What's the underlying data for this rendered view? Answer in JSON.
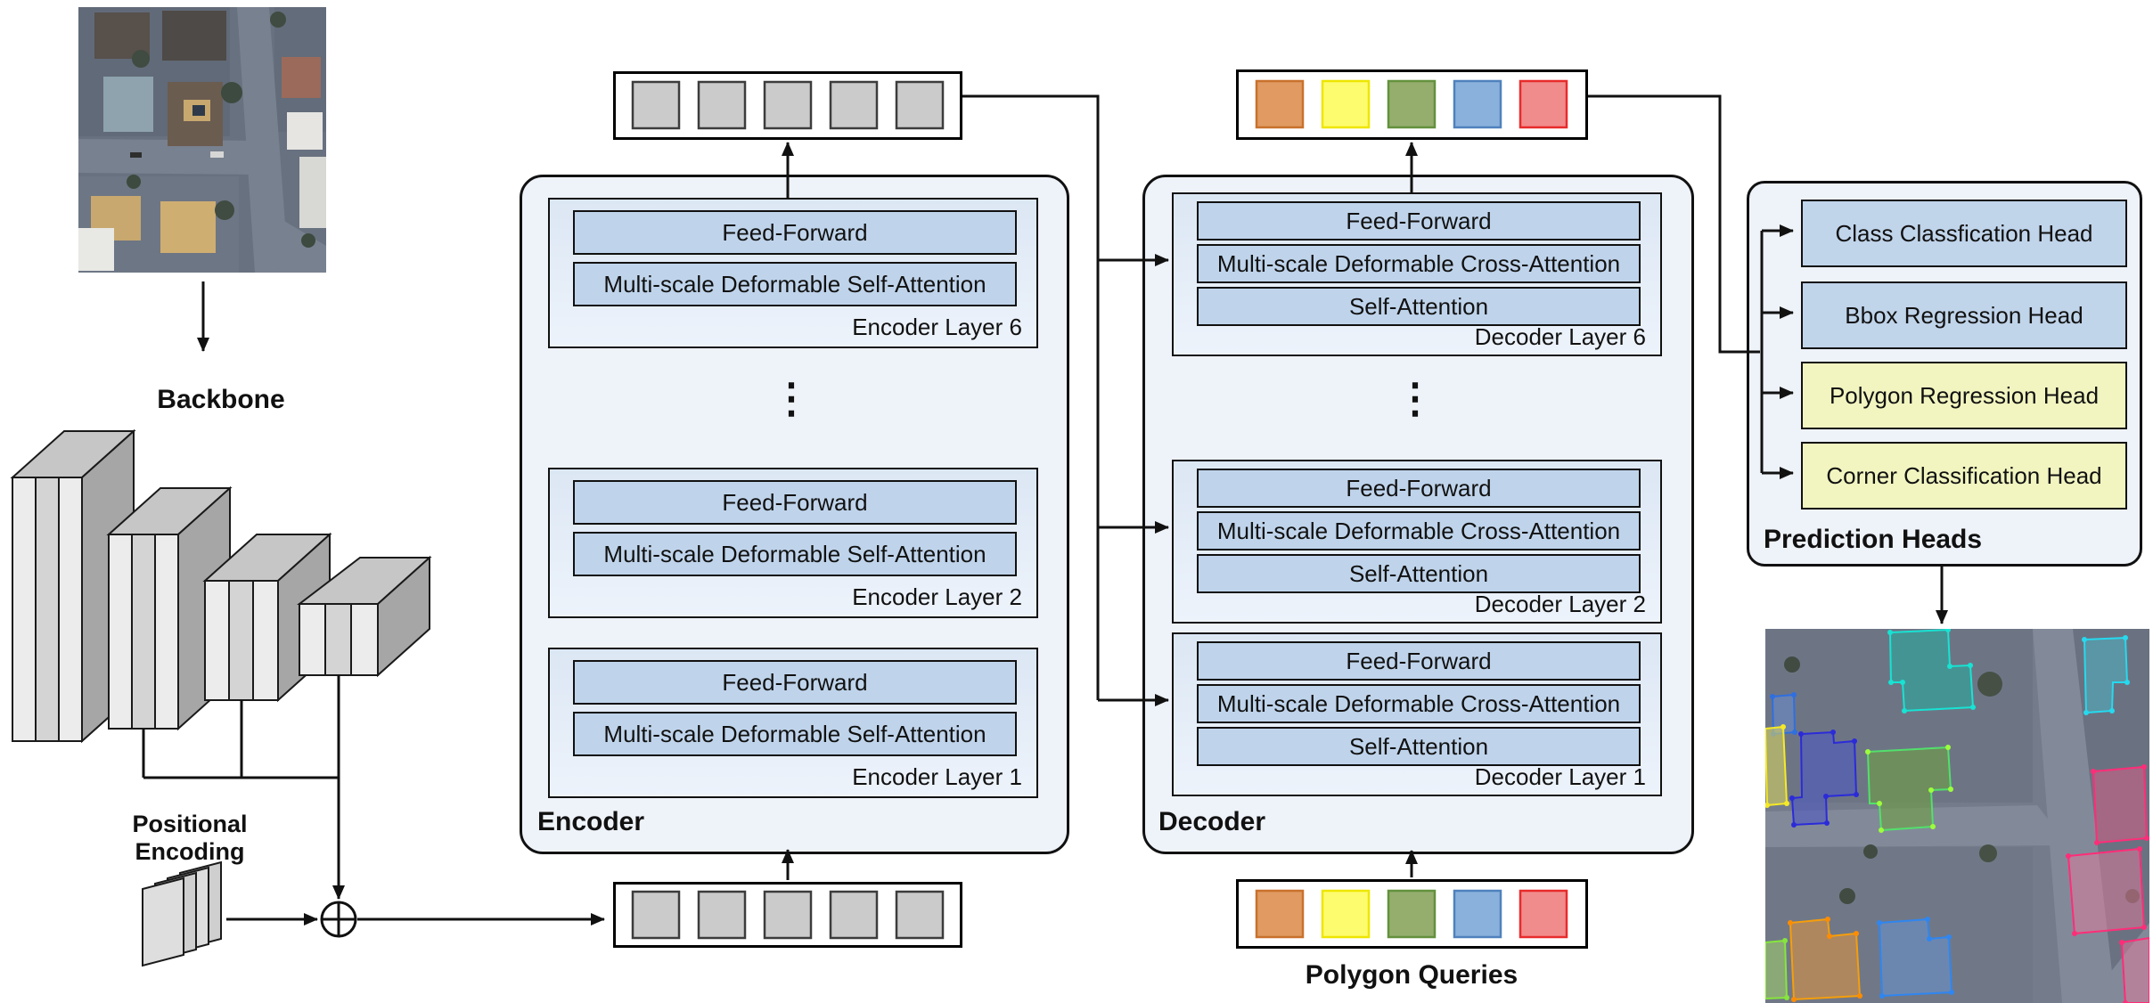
{
  "backbone": {
    "label": "Backbone"
  },
  "positional_encoding": {
    "label": "Positional Encoding"
  },
  "encoder": {
    "label": "Encoder",
    "ellipsis": "⋮",
    "layers": [
      {
        "name": "Encoder Layer 6",
        "rows": [
          "Feed-Forward",
          "Multi-scale Deformable Self-Attention"
        ]
      },
      {
        "name": "Encoder Layer 2",
        "rows": [
          "Feed-Forward",
          "Multi-scale Deformable Self-Attention"
        ]
      },
      {
        "name": "Encoder Layer 1",
        "rows": [
          "Feed-Forward",
          "Multi-scale Deformable Self-Attention"
        ]
      }
    ]
  },
  "decoder": {
    "label": "Decoder",
    "ellipsis": "⋮",
    "layers": [
      {
        "name": "Decoder Layer 6",
        "rows": [
          "Feed-Forward",
          "Multi-scale Deformable Cross-Attention",
          "Self-Attention"
        ]
      },
      {
        "name": "Decoder Layer 2",
        "rows": [
          "Feed-Forward",
          "Multi-scale Deformable Cross-Attention",
          "Self-Attention"
        ]
      },
      {
        "name": "Decoder Layer 1",
        "rows": [
          "Feed-Forward",
          "Multi-scale Deformable Cross-Attention",
          "Self-Attention"
        ]
      }
    ]
  },
  "polygon_queries": {
    "label": "Polygon Queries"
  },
  "prediction_heads": {
    "label": "Prediction Heads",
    "heads": [
      {
        "label": "Class Classfication Head",
        "fill": "#c0d4ea"
      },
      {
        "label": "Bbox Regression Head",
        "fill": "#c0d4ea"
      },
      {
        "label": "Polygon Regression Head",
        "fill": "#f2f5c0"
      },
      {
        "label": "Corner Classification Head",
        "fill": "#f2f5c0"
      }
    ]
  },
  "tokens": {
    "gray": {
      "fill": "#cbcbcb",
      "stroke": "#3c3c3c"
    },
    "colored": [
      {
        "name": "orange",
        "fill": "#e09a62",
        "stroke": "#c9712c"
      },
      {
        "name": "yellow",
        "fill": "#fdfc6f",
        "stroke": "#eee600"
      },
      {
        "name": "green",
        "fill": "#95ae6e",
        "stroke": "#63913d"
      },
      {
        "name": "blue",
        "fill": "#8ab1dc",
        "stroke": "#4f81bd"
      },
      {
        "name": "red",
        "fill": "#f18c8c",
        "stroke": "#e82b2b"
      }
    ]
  },
  "colors": {
    "container_fill": "#eef2f9",
    "layer_fill": "#e2eaf6",
    "row_fill": "#bfd4eb",
    "head_blue": "#c0d4ea",
    "head_yellow": "#f2f5c0",
    "line": "#111111"
  }
}
